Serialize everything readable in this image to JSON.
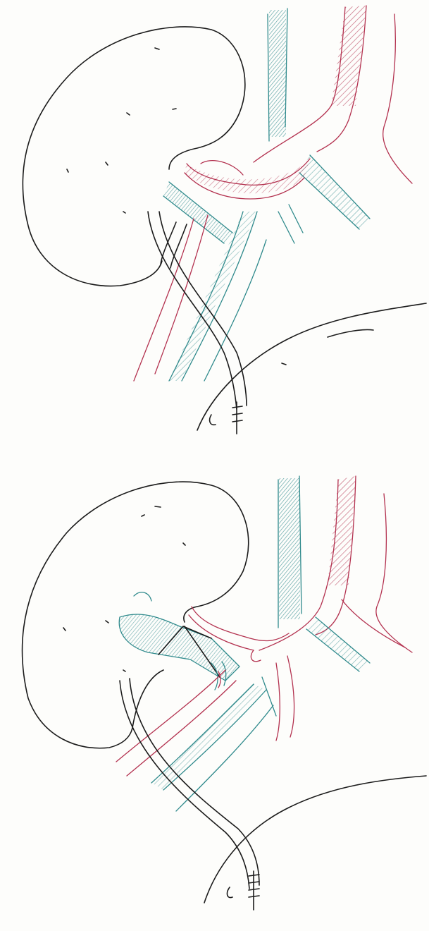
{
  "figure": {
    "panels": [
      {
        "id": "panel-1",
        "position": "top"
      },
      {
        "id": "panel-2",
        "position": "bottom"
      }
    ],
    "colors": {
      "outline": "#1b1b1b",
      "artery": "#b3314f",
      "vein": "#2f8a8c",
      "background": "#fdfdfb"
    }
  }
}
